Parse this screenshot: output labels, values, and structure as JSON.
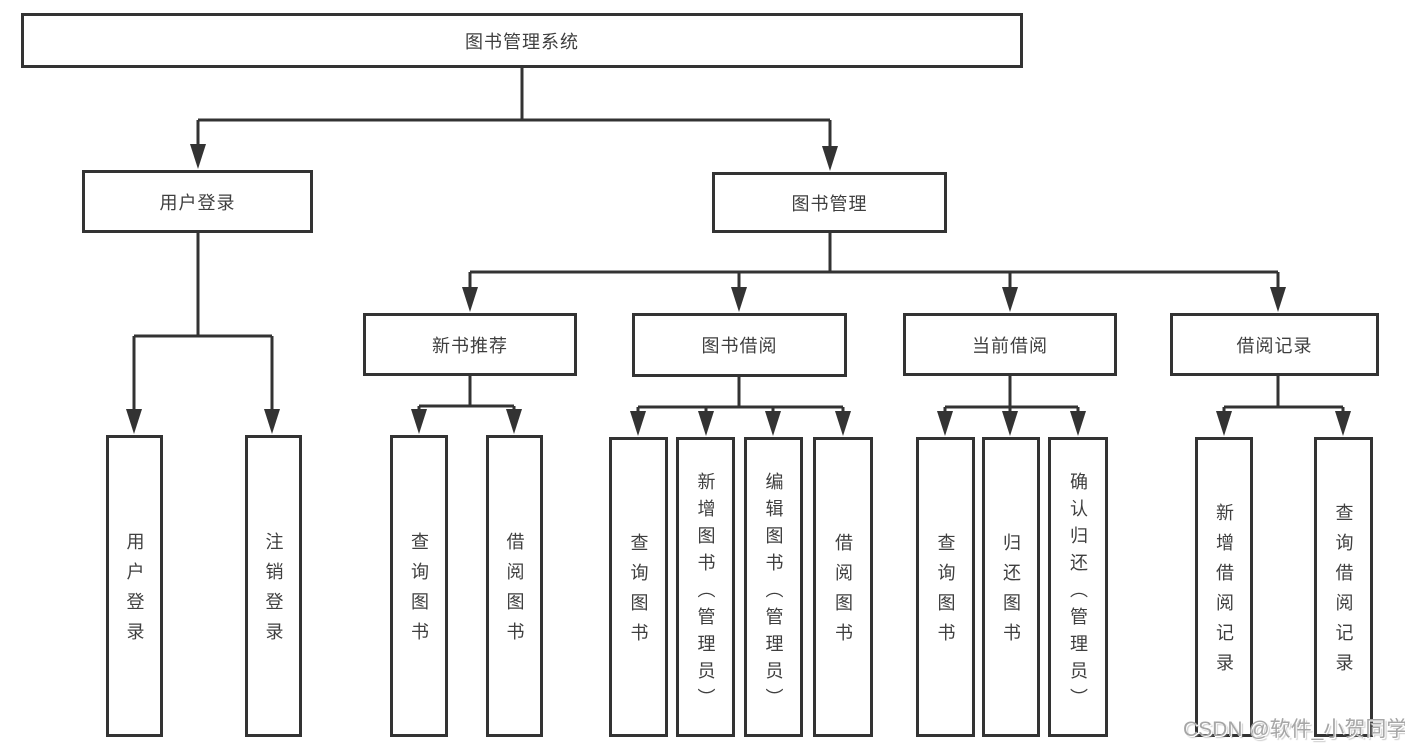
{
  "diagram": {
    "root": {
      "label": "图书管理系统"
    },
    "level1": [
      {
        "label": "用户登录"
      },
      {
        "label": "图书管理"
      }
    ],
    "level2": [
      {
        "label": "新书推荐"
      },
      {
        "label": "图书借阅"
      },
      {
        "label": "当前借阅"
      },
      {
        "label": "借阅记录"
      }
    ],
    "leaves": {
      "user_login": [
        "用户登录",
        "注销登录"
      ],
      "new_book": [
        "查询图书",
        "借阅图书"
      ],
      "book_borrow": [
        "查询图书",
        "新增图书（管理员）",
        "编辑图书（管理员）",
        "借阅图书"
      ],
      "current_borrow": [
        "查询图书",
        "归还图书",
        "确认归还（管理员）"
      ],
      "borrow_record": [
        "新增借阅记录",
        "查询借阅记录"
      ]
    }
  },
  "watermark": "CSDN @软件_小贺同学",
  "colors": {
    "line": "#333333",
    "text": "#3f3f3f",
    "watermark": "#a6a6a6",
    "background": "#ffffff"
  }
}
